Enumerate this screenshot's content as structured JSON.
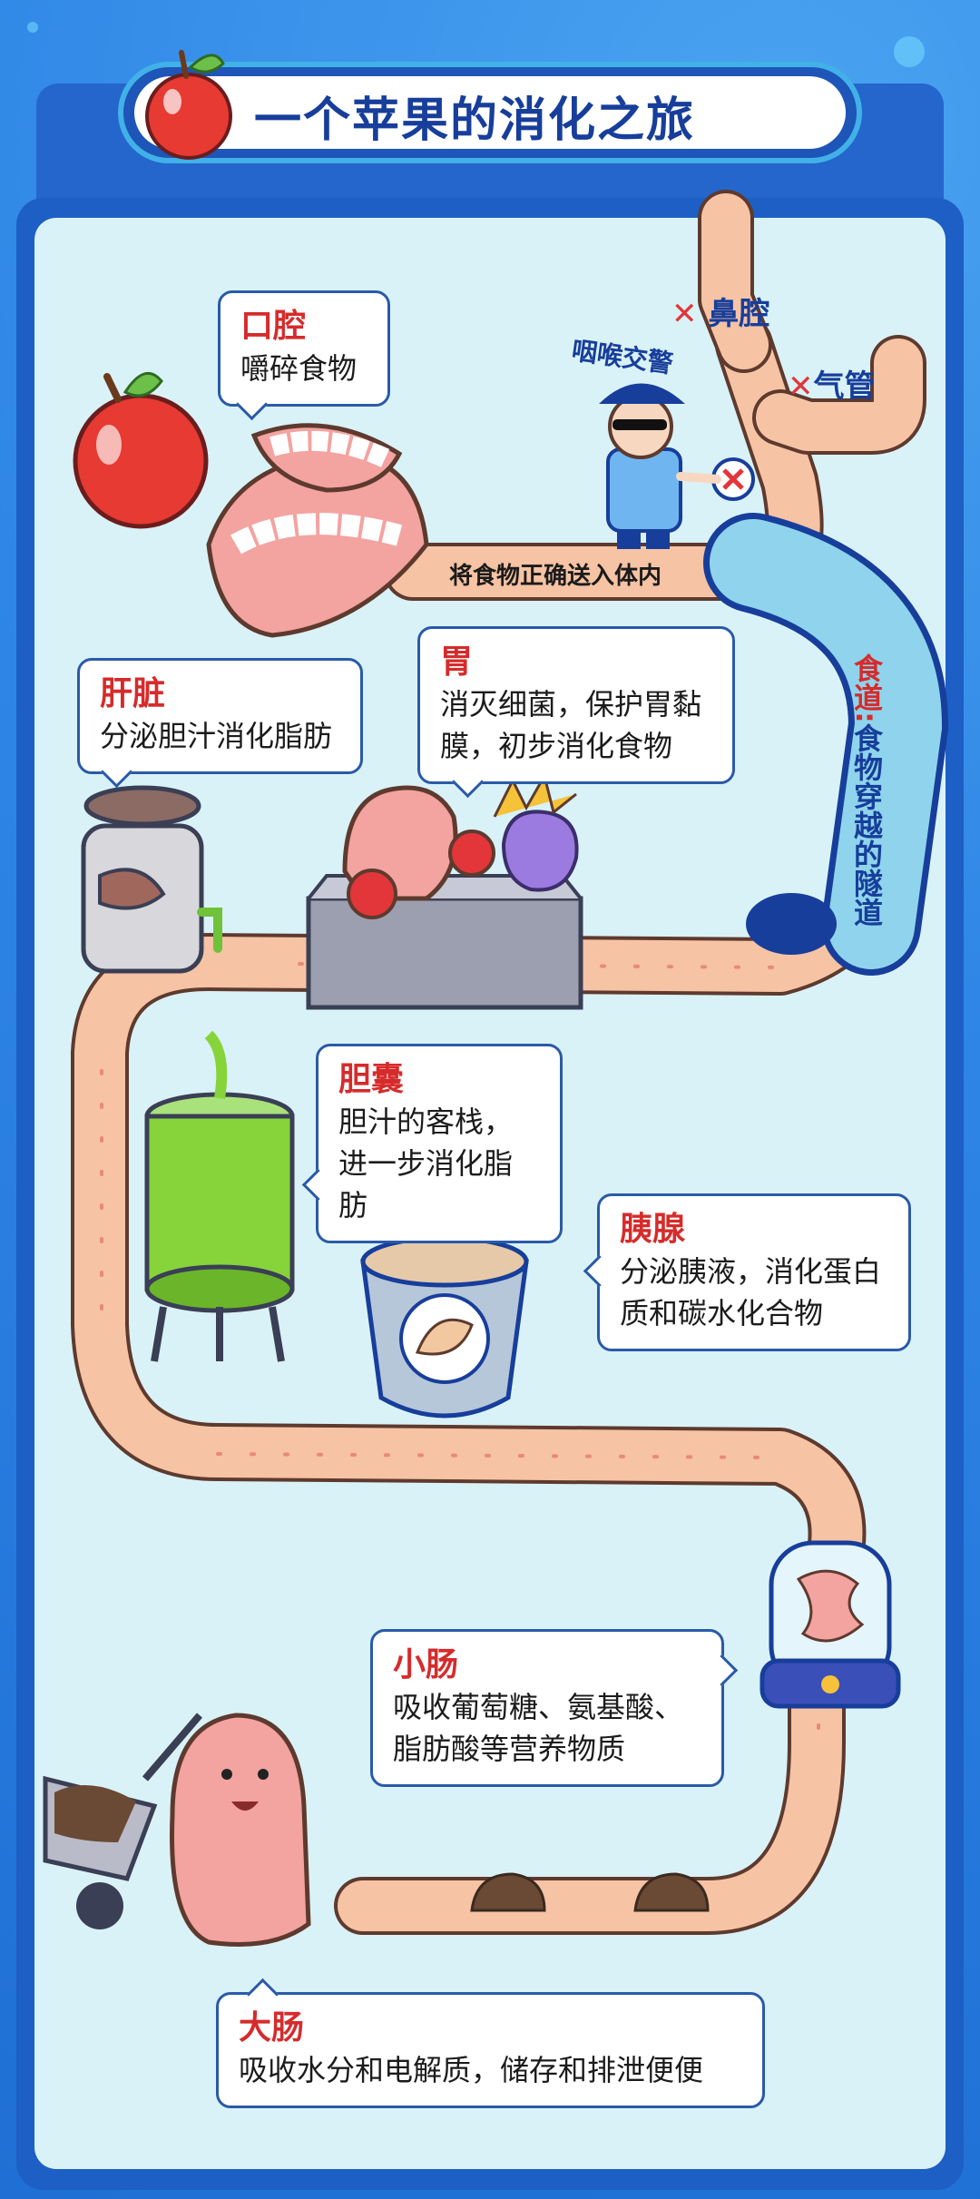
{
  "header": {
    "title": "一个苹果的消化之旅"
  },
  "labels": {
    "throat_police": "咽喉交警",
    "nasal_cavity": "鼻腔",
    "trachea": "气管",
    "x_mark": "✕",
    "send_food": "将食物正确送入体内",
    "esophagus_name": "食道:",
    "esophagus_desc": "食物穿越的隧道"
  },
  "organs": {
    "mouth": {
      "title": "口腔",
      "desc": "嚼碎食物"
    },
    "stomach": {
      "title": "胃",
      "desc": "消灭细菌，保护胃黏膜，初步消化食物"
    },
    "liver": {
      "title": "肝脏",
      "desc": "分泌胆汁消化脂肪"
    },
    "gallbladder": {
      "title": "胆囊",
      "desc": "胆汁的客栈，进一步消化脂肪"
    },
    "pancreas": {
      "title": "胰腺",
      "desc": "分泌胰液，消化蛋白质和碳水化合物"
    },
    "small_intestine": {
      "title": "小肠",
      "desc": "吸收葡萄糖、氨基酸、脂肪酸等营养物质"
    },
    "large_intestine": {
      "title": "大肠",
      "desc": "吸收水分和电解质，储存和排泄便便"
    }
  },
  "colors": {
    "accent_red": "#d62b2b",
    "title_blue": "#173e9b",
    "panel": "#d9f2f7",
    "frame": "#1d5fc4",
    "path": "#f6c3a4"
  },
  "icons": [
    "apple-icon",
    "teeth-icon",
    "police-icon",
    "stomach-icon",
    "virus-icon",
    "liver-icon",
    "gallbladder-icon",
    "pancreas-icon",
    "small-intestine-icon",
    "large-intestine-icon",
    "wheelbarrow-icon",
    "stool-icon"
  ]
}
